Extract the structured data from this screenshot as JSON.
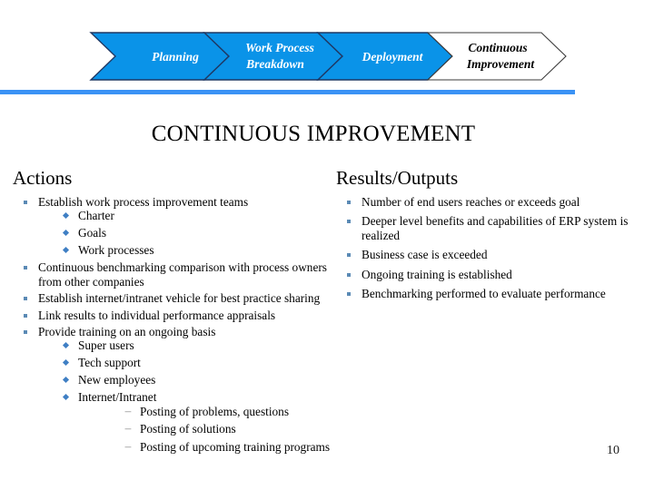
{
  "colors": {
    "chevron_blue": "#0a93e8",
    "chevron_outline": "#1f3864",
    "divider_blue": "#3a92f5",
    "bullet_l1": "#5b8ab5",
    "bullet_l2": "#3f7fc4",
    "bullet_l3": "#8a8a8a",
    "text": "#000000"
  },
  "process_band": {
    "steps": [
      {
        "label_line1": "Planning",
        "label_line2": "",
        "state": "filled"
      },
      {
        "label_line1": "Work Process",
        "label_line2": "Breakdown",
        "state": "filled"
      },
      {
        "label_line1": "Deployment",
        "label_line2": "",
        "state": "filled"
      },
      {
        "label_line1": "Continuous",
        "label_line2": "Improvement",
        "state": "current"
      }
    ]
  },
  "slide": {
    "title": "CONTINUOUS IMPROVEMENT",
    "page_number": "10"
  },
  "actions": {
    "heading": "Actions",
    "items": [
      {
        "text": "Establish work process improvement teams",
        "children": [
          {
            "text": "Charter"
          },
          {
            "text": "Goals"
          },
          {
            "text": "Work processes"
          }
        ]
      },
      {
        "text": "Continuous benchmarking comparison with process owners from other companies",
        "children": []
      },
      {
        "text": "Establish internet/intranet vehicle for best practice sharing",
        "children": []
      },
      {
        "text": "Link results to individual performance appraisals",
        "children": []
      },
      {
        "text": "Provide training on an ongoing basis",
        "children": [
          {
            "text": "Super users"
          },
          {
            "text": "Tech support"
          },
          {
            "text": "New employees"
          },
          {
            "text": "Internet/Intranet",
            "children": [
              {
                "text": "Posting of problems, questions"
              },
              {
                "text": "Posting of solutions"
              },
              {
                "text": "Posting of upcoming training programs"
              }
            ]
          }
        ]
      }
    ]
  },
  "results": {
    "heading": "Results/Outputs",
    "items": [
      {
        "text": "Number of end users reaches or exceeds goal"
      },
      {
        "text": "Deeper level benefits  and capabilities of ERP system is realized"
      },
      {
        "text": "Business case is exceeded"
      },
      {
        "text": "Ongoing training is established"
      },
      {
        "text": "Benchmarking performed to evaluate performance"
      }
    ]
  }
}
